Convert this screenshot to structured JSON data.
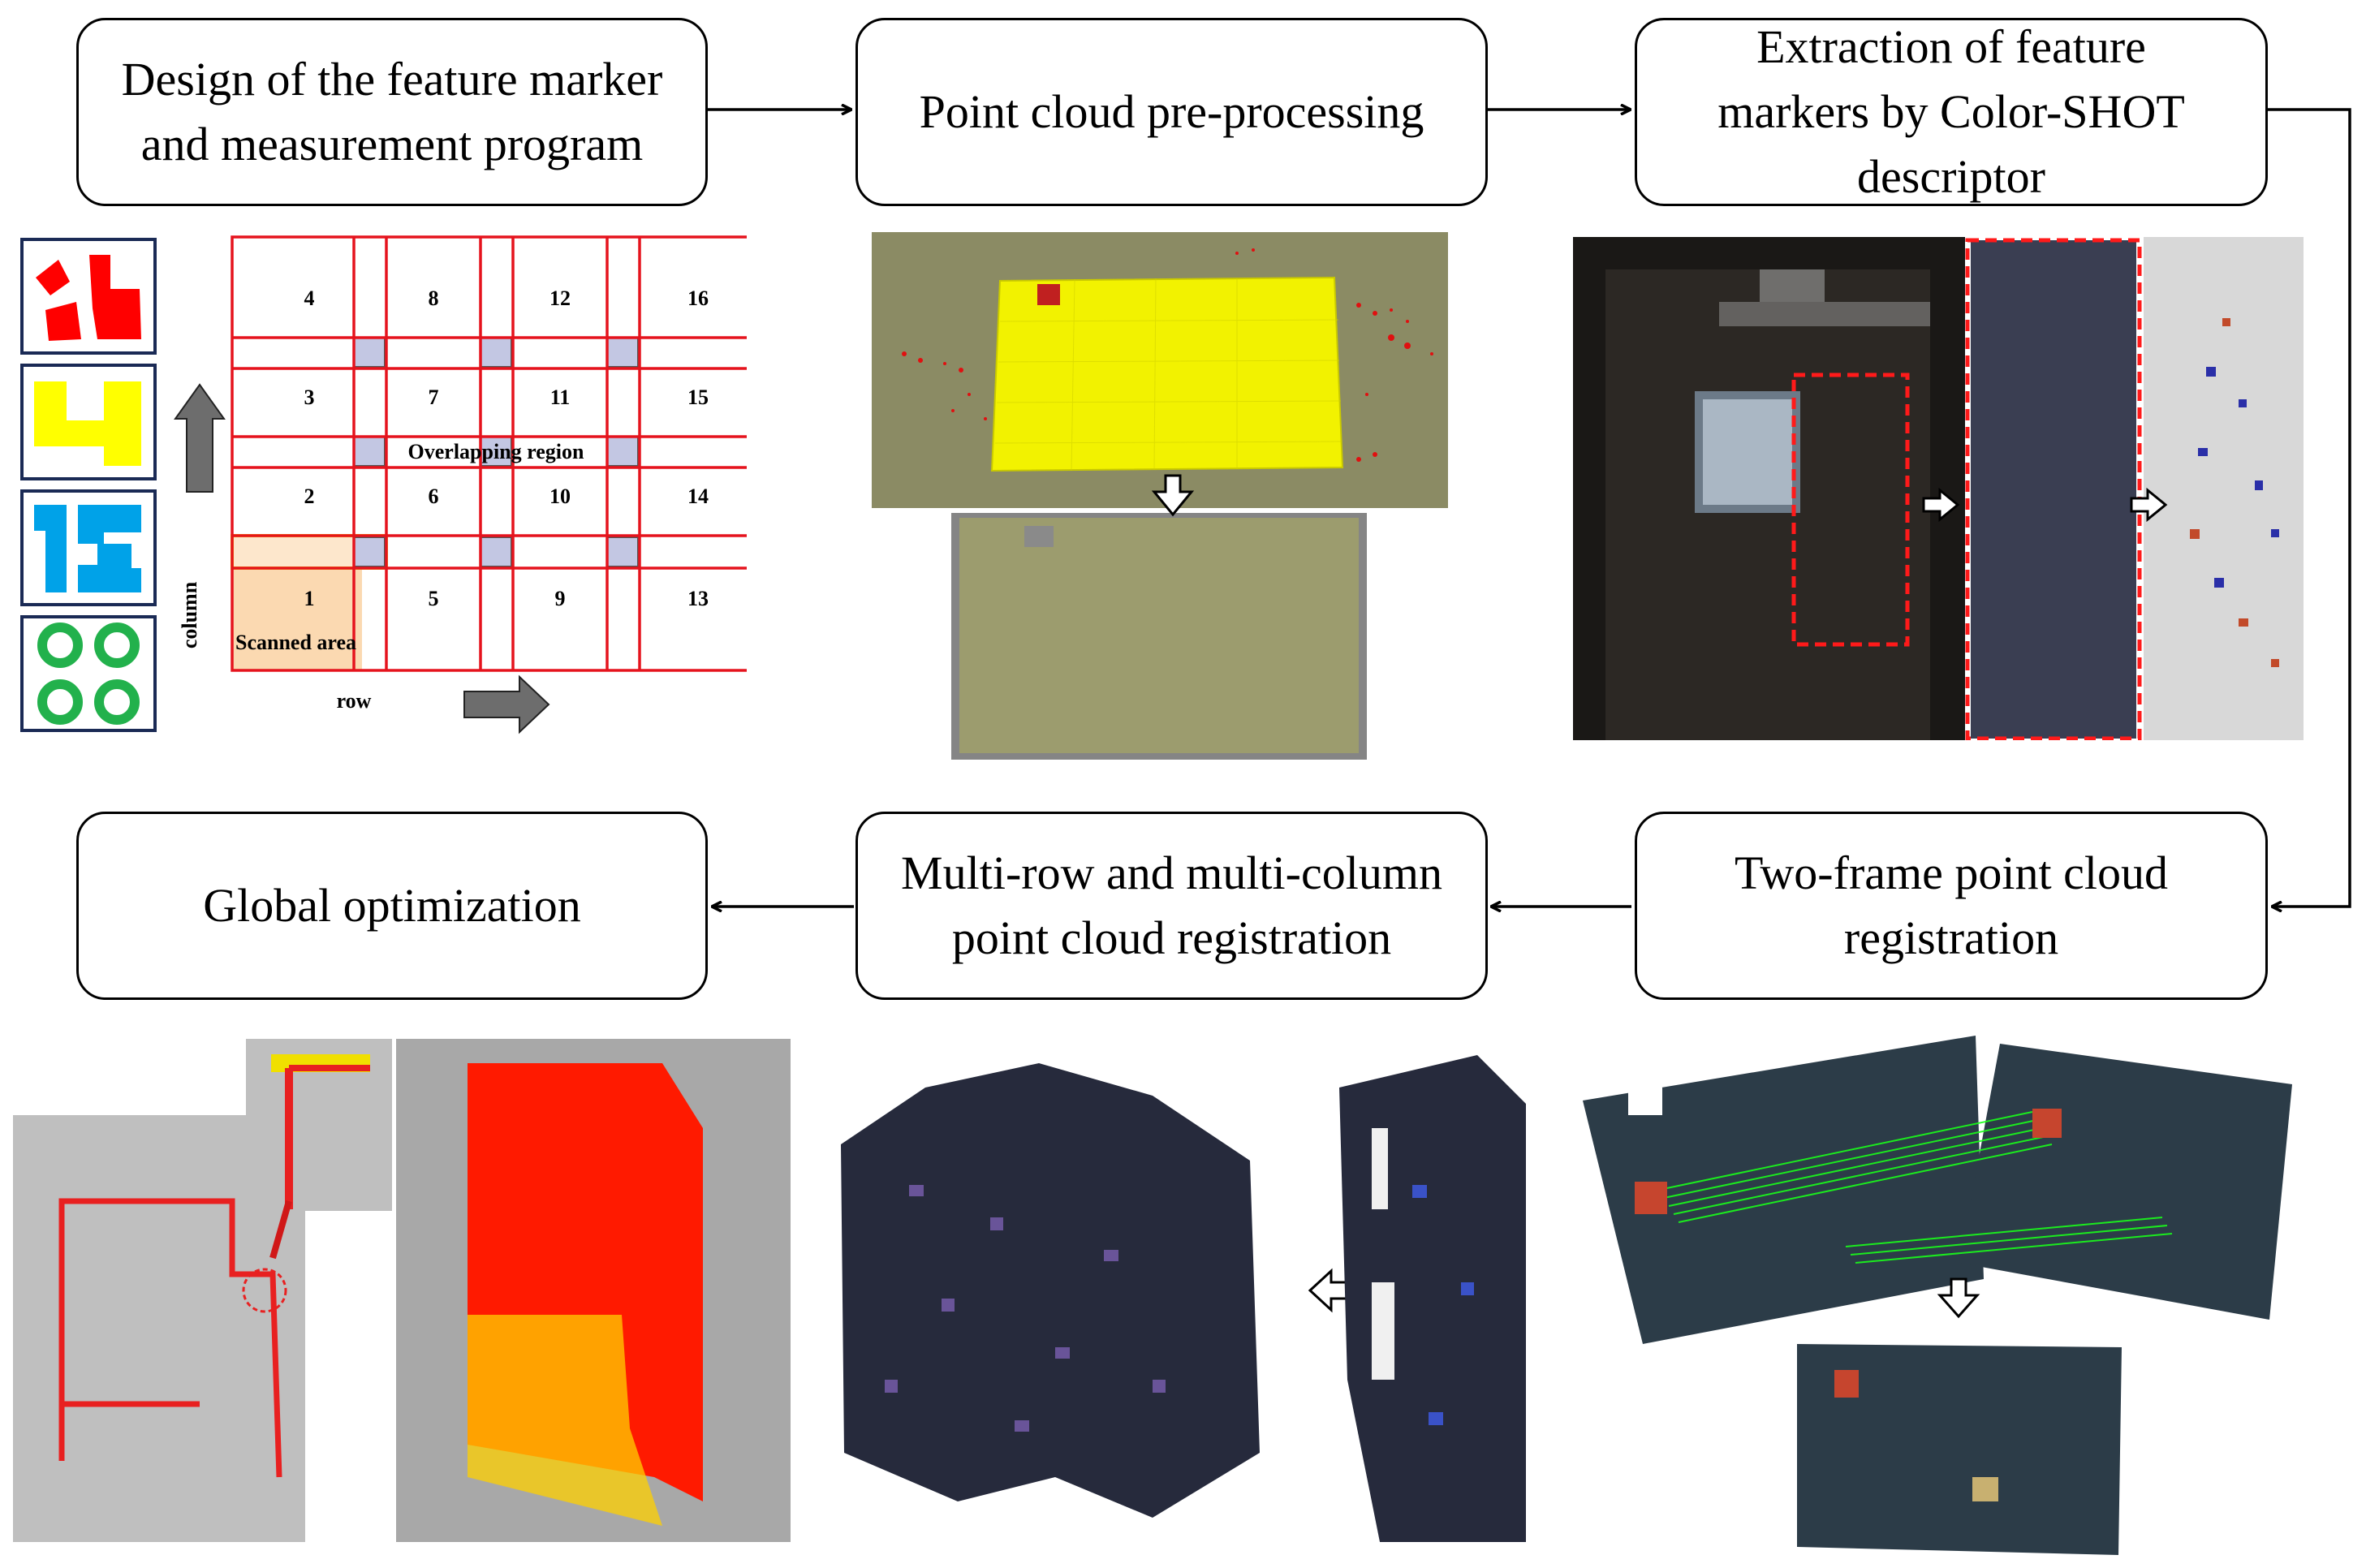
{
  "steps": {
    "design": "Design of the feature marker\nand measurement program",
    "preprocess": "Point cloud pre-processing",
    "extraction": "Extraction of feature\nmarkers by Color-SHOT\ndescriptor",
    "two_frame": "Two-frame point cloud\nregistration",
    "multi": "Multi-row and multi-column\npoint cloud registration",
    "global": "Global optimization"
  },
  "grid": {
    "cells": [
      {
        "n": "4",
        "r": 0,
        "c": 0
      },
      {
        "n": "8",
        "r": 0,
        "c": 1
      },
      {
        "n": "12",
        "r": 0,
        "c": 2
      },
      {
        "n": "16",
        "r": 0,
        "c": 3
      },
      {
        "n": "3",
        "r": 1,
        "c": 0
      },
      {
        "n": "7",
        "r": 1,
        "c": 1
      },
      {
        "n": "11",
        "r": 1,
        "c": 2
      },
      {
        "n": "15",
        "r": 1,
        "c": 3
      },
      {
        "n": "2",
        "r": 2,
        "c": 0
      },
      {
        "n": "6",
        "r": 2,
        "c": 1
      },
      {
        "n": "10",
        "r": 2,
        "c": 2
      },
      {
        "n": "14",
        "r": 2,
        "c": 3
      },
      {
        "n": "1",
        "r": 3,
        "c": 0
      },
      {
        "n": "5",
        "r": 3,
        "c": 1
      },
      {
        "n": "9",
        "r": 3,
        "c": 2
      },
      {
        "n": "13",
        "r": 3,
        "c": 3
      }
    ],
    "overlap_label": "Overlapping region",
    "scanned_label": "Scanned area",
    "column_label": "column",
    "row_label": "row"
  },
  "colors": {
    "grid_red": "#e5131d",
    "overlap_fill": "#c3c7e3",
    "scanned_fill": "#fbd9b1",
    "marker_red": "#ff0000",
    "marker_yellow": "#ffff00",
    "marker_blue": "#00a2e8",
    "marker_green": "#22b14c",
    "arrow_gray": "#6d6d6d"
  }
}
